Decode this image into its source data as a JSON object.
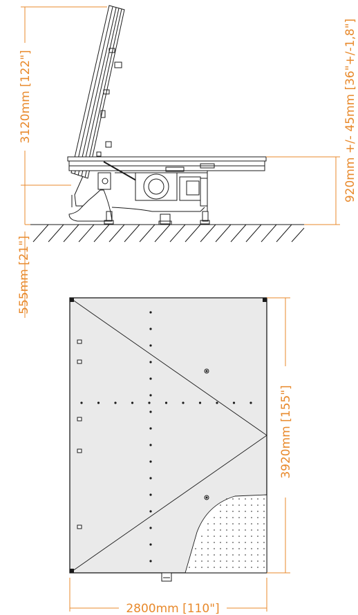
{
  "colors": {
    "dimension": "#e8892b",
    "line": "#1a1a1a",
    "table_fill": "#eaeaea",
    "background": "#ffffff"
  },
  "dimensions": {
    "height_tilted": "3120mm [122\"]",
    "table_height": "920mm  +/- 45mm [36\"+/-1,8\"]",
    "floor_depth": "555mm [21\"]",
    "table_length": "3920mm [155\"]",
    "table_width": "2800mm [110\"]"
  }
}
